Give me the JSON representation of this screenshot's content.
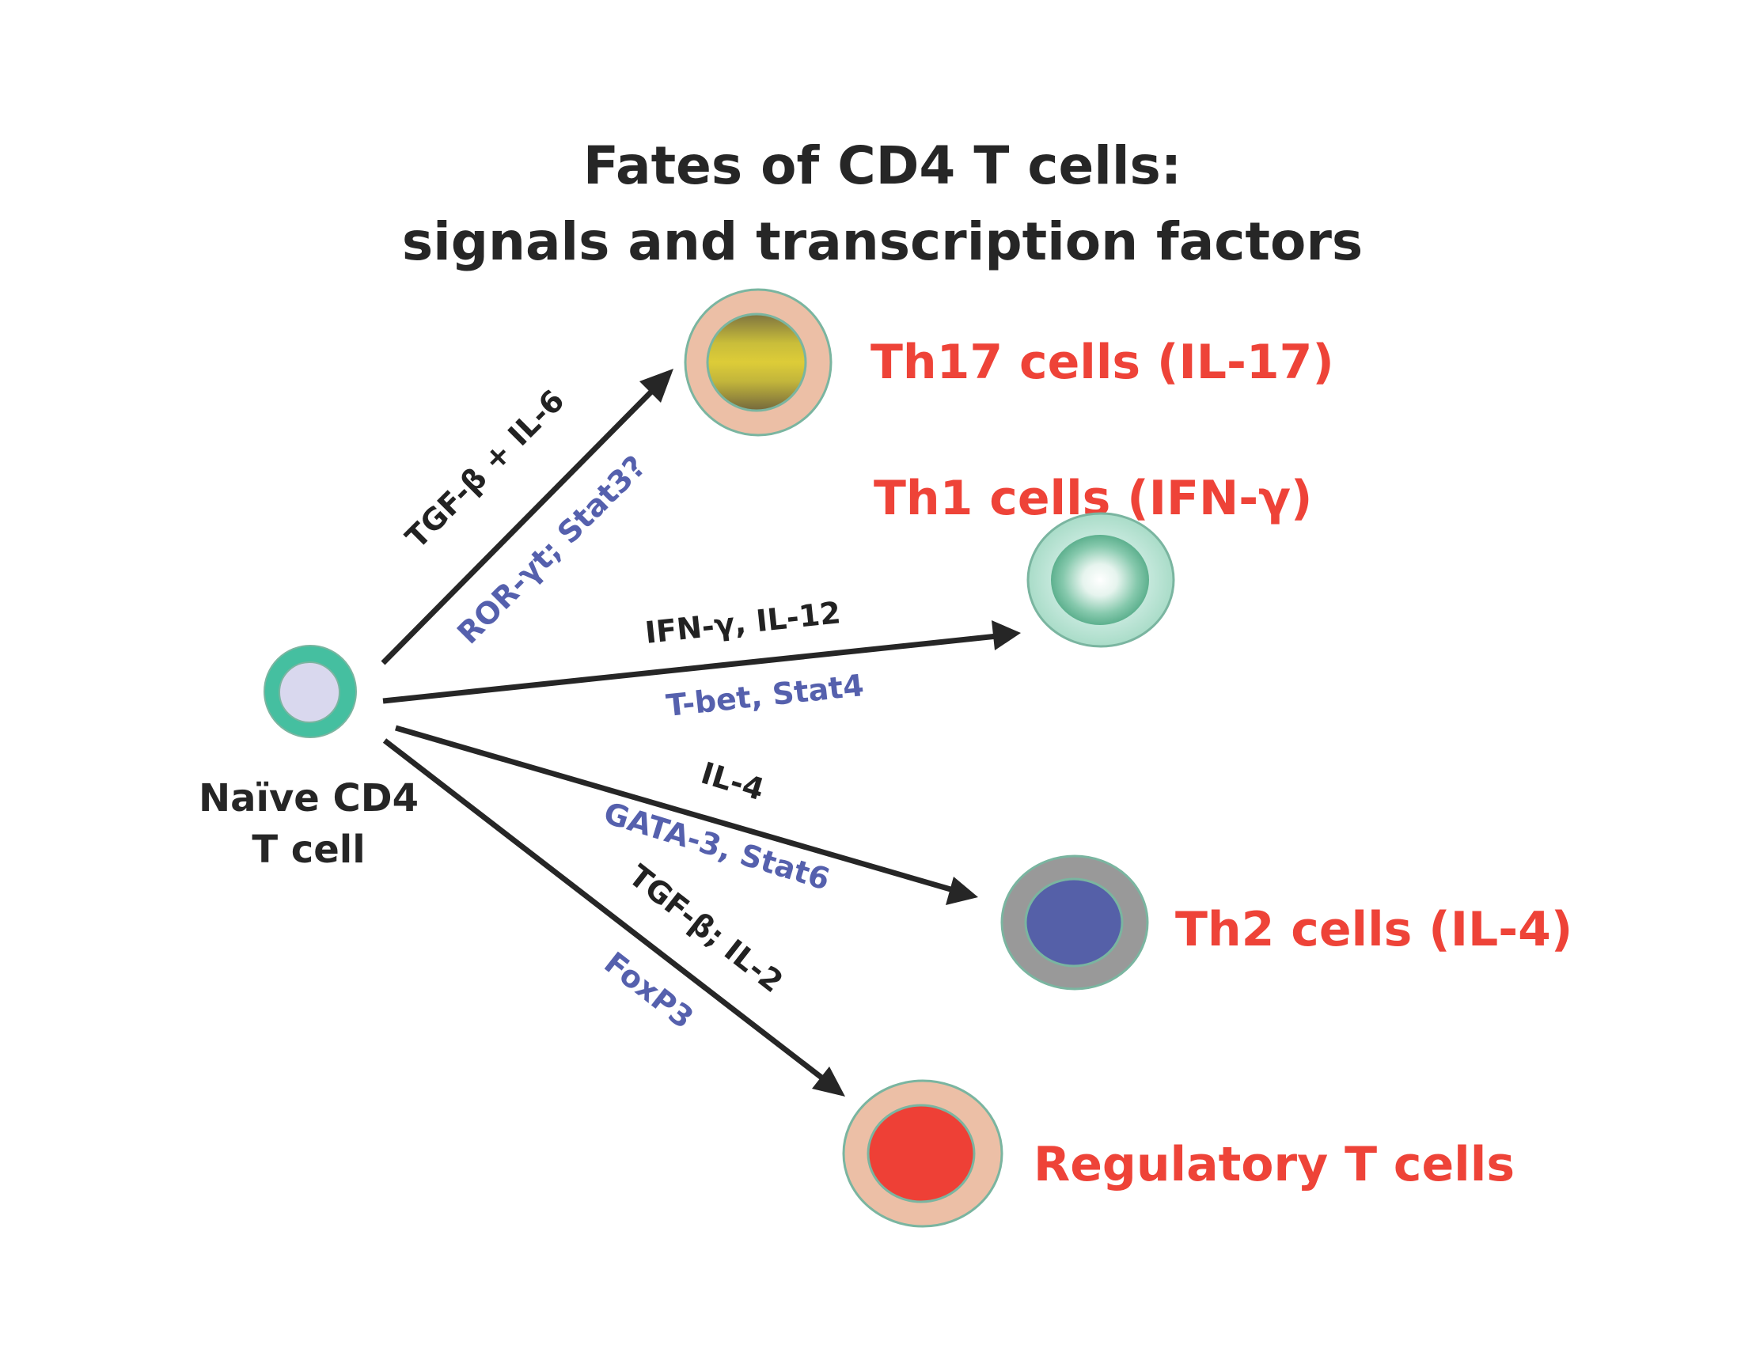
{
  "title": {
    "line1": "Fates of CD4 T cells:",
    "line2": "signals and transcription factors"
  },
  "naive_cell": {
    "label_line1": "Naïve CD4",
    "label_line2": "T cell",
    "colors": {
      "ring": "#45BFA0",
      "nucleus": "#D9D8EE",
      "outline": "#7AB5A0"
    }
  },
  "fates": [
    {
      "id": "th17",
      "label": "Th17 cells (IL-17)",
      "signals": "TGF-β + IL-6",
      "transcription_factors": "ROR-γt; Stat3?",
      "colors": {
        "cytoplasm": "#ECBFA6",
        "nucleus": "gradient-olive-yellow",
        "outline": "#7AB5A0"
      }
    },
    {
      "id": "th1",
      "label": "Th1 cells (IFN-γ)",
      "signals": "IFN-γ, IL-12",
      "transcription_factors": "T-bet, Stat4",
      "colors": {
        "cytoplasm": "#B5E2D2",
        "nucleus": "gradient-white-green",
        "outline": "#7AB5A0"
      }
    },
    {
      "id": "th2",
      "label": "Th2 cells (IL-4)",
      "signals": "IL-4",
      "transcription_factors": "GATA-3, Stat6",
      "colors": {
        "cytoplasm": "#999999",
        "nucleus": "#5560A8",
        "outline": "#7AB5A0"
      }
    },
    {
      "id": "treg",
      "label": "Regulatory T cells",
      "signals": "TGF-β; IL-2",
      "transcription_factors": "FoxP3",
      "colors": {
        "cytoplasm": "#ECBFA6",
        "nucleus": "#EE4036",
        "outline": "#7AB5A0"
      }
    }
  ],
  "palette": {
    "cell_label": "#EE4338",
    "signal_text": "#222222",
    "tf_text": "#5560AD",
    "arrow": "#262626"
  }
}
